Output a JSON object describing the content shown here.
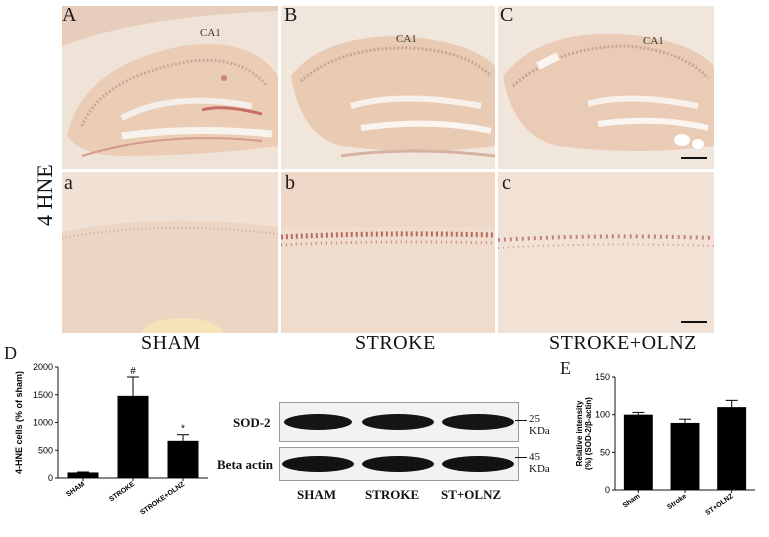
{
  "figure": {
    "stain_label": "4 HNE",
    "panel_letters_top": [
      "A",
      "B",
      "C"
    ],
    "panel_letters_bottom": [
      "a",
      "b",
      "c"
    ],
    "region_label": "CA1",
    "conditions": [
      "SHAM",
      "STROKE",
      "STROKE+OLNZ"
    ],
    "panel_d_letter": "D",
    "panel_e_letter": "E",
    "colors": {
      "tissue_light": "#efd9c8",
      "tissue_mid": "#e8c9b4",
      "background": "#f4ece6",
      "stain": "#b5705a"
    }
  },
  "chart_data": [
    {
      "type": "bar",
      "panel": "D",
      "categories": [
        "SHAM",
        "STROKE",
        "STROKE+OLNZ"
      ],
      "values": [
        100,
        1480,
        670
      ],
      "errors": [
        8,
        340,
        110
      ],
      "significance": [
        "",
        "#",
        "*"
      ],
      "ylabel": "4-HNE cells (% of sham)",
      "ylim": [
        0,
        2000
      ],
      "yticks": [
        0,
        500,
        1000,
        1500,
        2000
      ]
    },
    {
      "type": "bar",
      "panel": "E",
      "categories": [
        "Sham",
        "Stroke",
        "ST+OLNZ"
      ],
      "values": [
        100,
        89,
        110
      ],
      "errors": [
        3,
        5,
        9
      ],
      "ylabel": "Relative intensity (%) (SOD-2/β-actin)",
      "ylim": [
        0,
        150
      ],
      "yticks": [
        0,
        50,
        100,
        150
      ]
    }
  ],
  "blot": {
    "rows": [
      {
        "label": "SOD-2",
        "kda": "25 KDa"
      },
      {
        "label": "Beta actin",
        "kda": "45 KDa"
      }
    ],
    "lanes": [
      "SHAM",
      "STROKE",
      "ST+OLNZ"
    ]
  }
}
